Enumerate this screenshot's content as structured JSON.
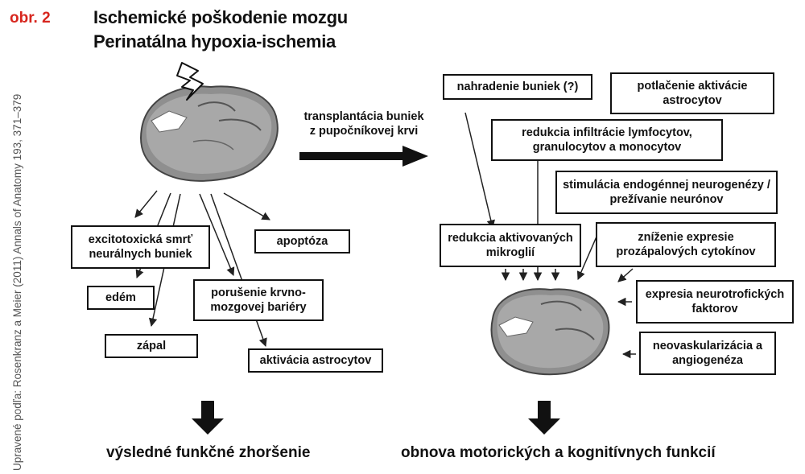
{
  "figure_label": "obr. 2",
  "titles": [
    "Ischemické poškodenie mozgu",
    "Perinatálna hypoxia-ischemia"
  ],
  "credit": "Upravené podľa: Rosenkranz a Meier (2011) Annals of Anatomy 193, 371–379",
  "transplant_label": [
    "transplantácia buniek",
    "z pupočníkovej krvi"
  ],
  "left_effects": [
    "excitotoxická smrť neurálnych buniek",
    "apoptóza",
    "edém",
    "porušenie krvno-mozgovej bariéry",
    "zápal",
    "aktivácia astrocytov"
  ],
  "right_effects": [
    "nahradenie buniek (?)",
    "potlačenie aktivácie astrocytov",
    "redukcia infiltrácie lymfocytov, granulocytov a monocytov",
    "stimulácia endogénnej neurogenézy / prežívanie neurónov",
    "redukcia aktivovaných mikroglií",
    "zníženie expresie prozápalových cytokínov",
    "expresia neurotrofických faktorov",
    "neovaskularizácia a angiogenéza"
  ],
  "outcomes": {
    "left": "výsledné funkčné zhoršenie",
    "right": "obnova motorických a kognitívnych funkcií"
  },
  "colors": {
    "figure_label": "#d7261e",
    "brain": "#9a9a9a"
  }
}
